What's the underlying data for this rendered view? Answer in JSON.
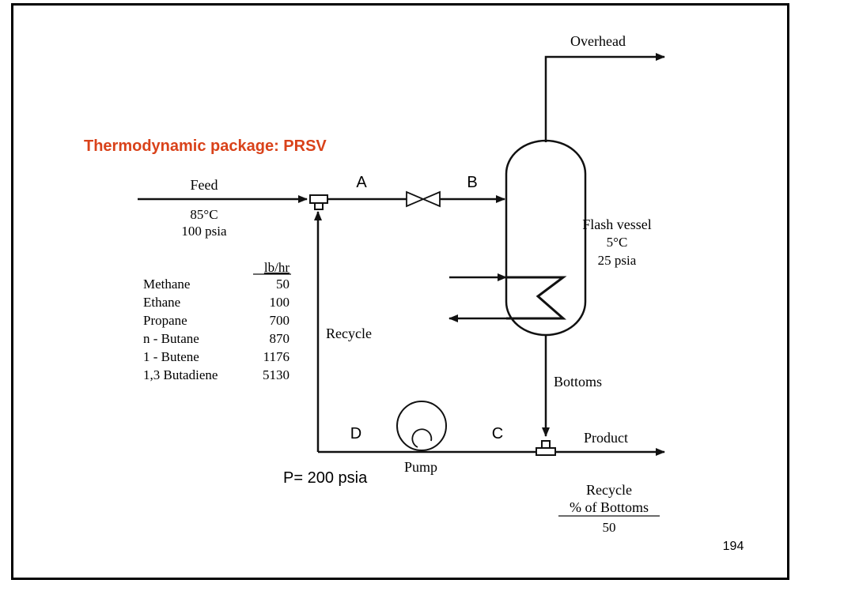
{
  "title": "Thermodynamic package: PRSV",
  "colors": {
    "title": "#d9421a",
    "line": "#111111"
  },
  "feed": {
    "label": "Feed",
    "temperature": "85°C",
    "pressure": "100 psia",
    "units_header": "lb/hr",
    "components": [
      {
        "name": "Methane",
        "flow": "50"
      },
      {
        "name": "Ethane",
        "flow": "100"
      },
      {
        "name": "Propane",
        "flow": "700"
      },
      {
        "name": "n - Butane",
        "flow": "870"
      },
      {
        "name": "1 - Butene",
        "flow": "1176"
      },
      {
        "name": "1,3 Butadiene",
        "flow": "5130"
      }
    ]
  },
  "streams": {
    "a": "A",
    "b": "B",
    "c": "C",
    "d": "D"
  },
  "flash_vessel": {
    "label": "Flash vessel",
    "temperature": "5°C",
    "pressure": "25 psia"
  },
  "overhead_label": "Overhead",
  "bottoms_label": "Bottoms",
  "product_label": "Product",
  "recycle_label": "Recycle",
  "pump_label": "Pump",
  "pressure_note": "P= 200 psia",
  "recycle_spec": {
    "line1": "Recycle",
    "line2": "% of Bottoms",
    "value": "50"
  },
  "page_number": "194"
}
